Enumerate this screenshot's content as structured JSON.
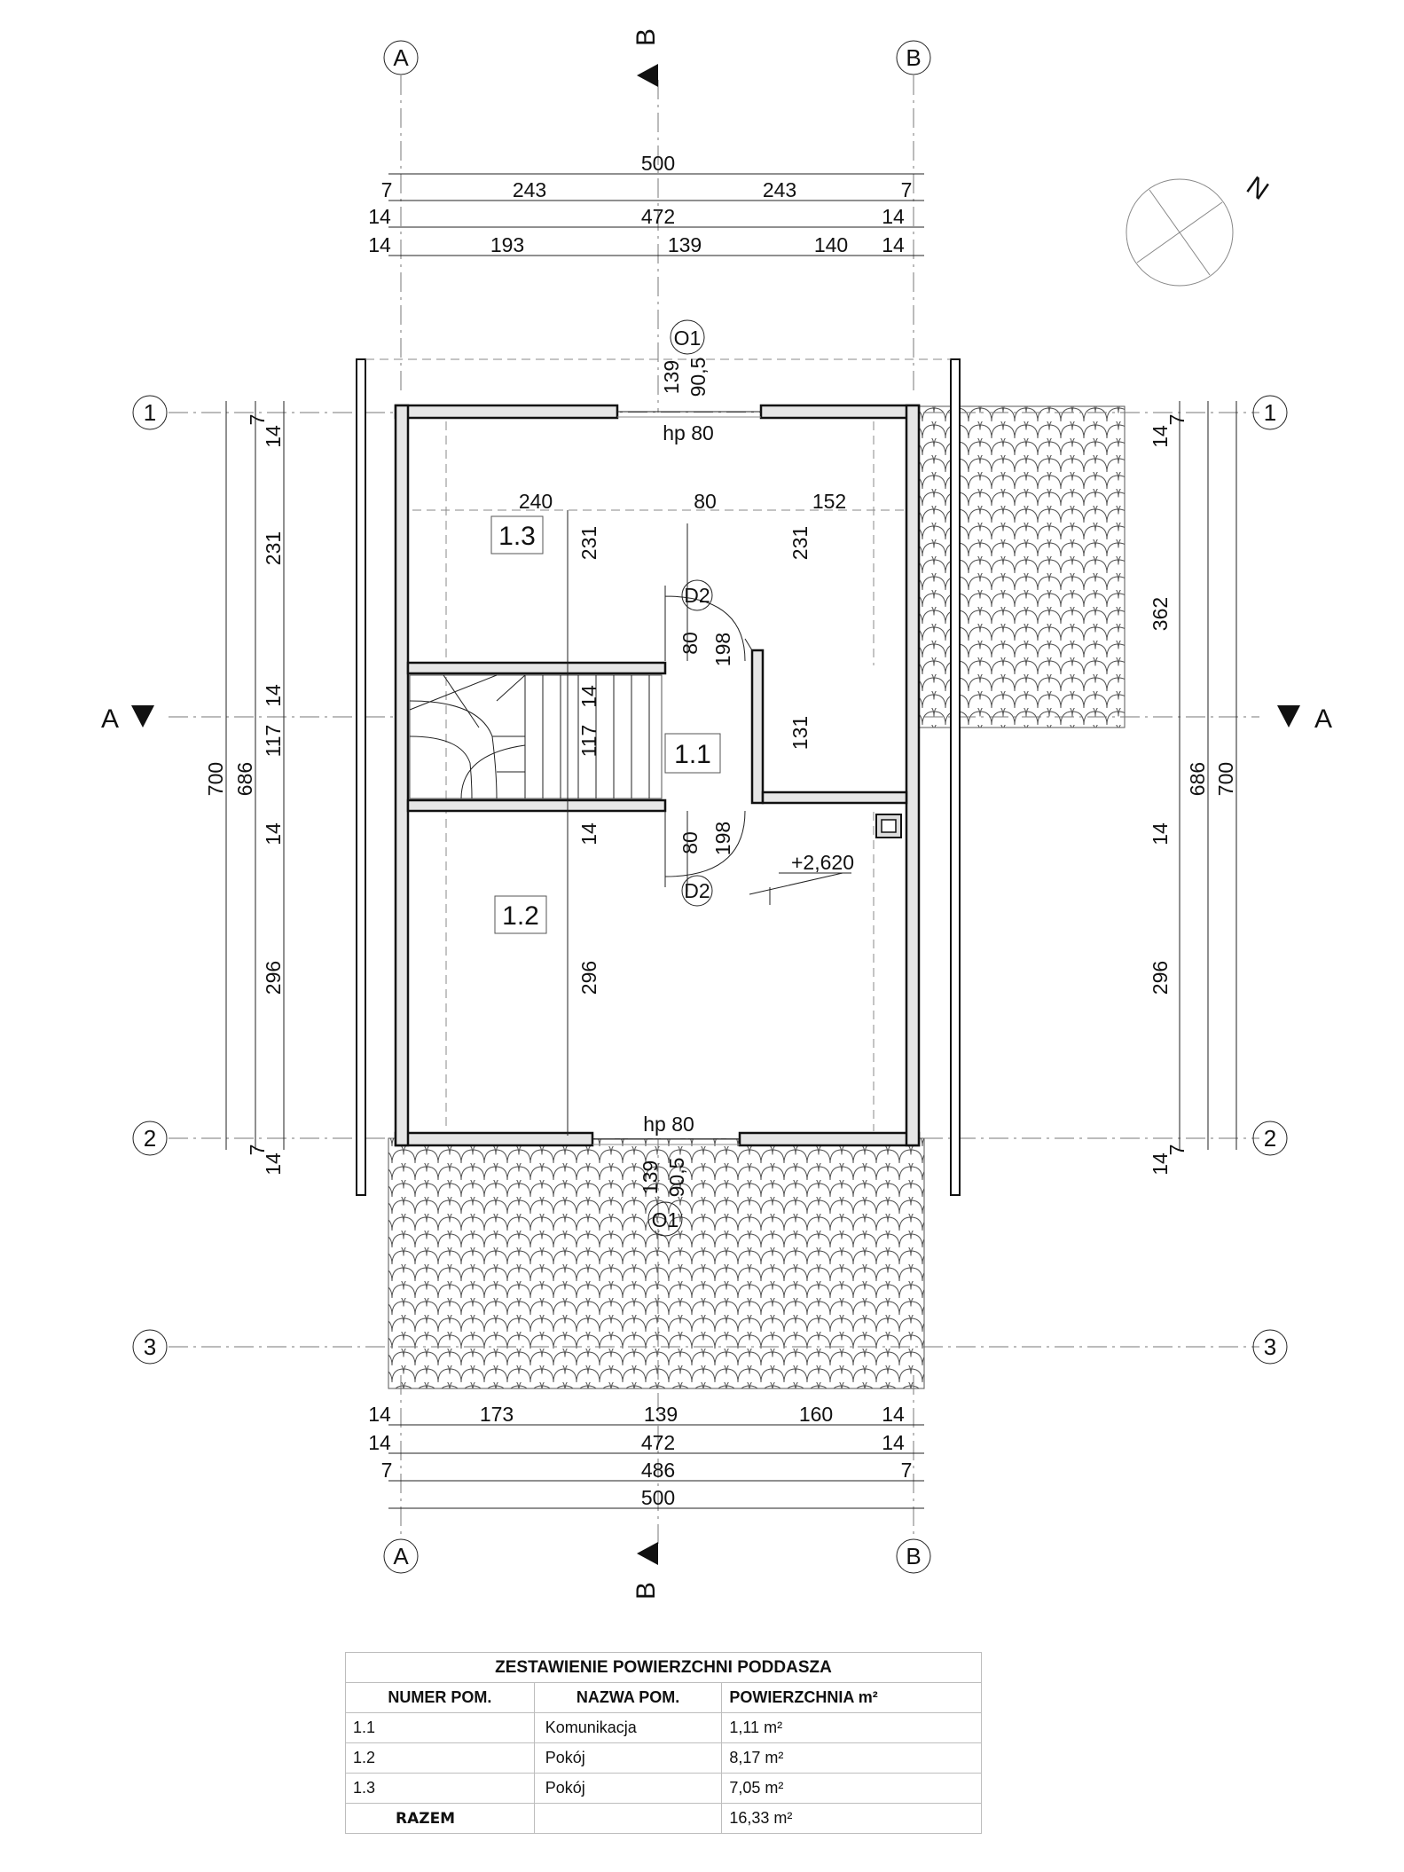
{
  "axes": {
    "columns": [
      "A",
      "B"
    ],
    "rows": [
      "1",
      "2",
      "3"
    ]
  },
  "sections": {
    "a": "A",
    "b": "B"
  },
  "north": "N",
  "dims_top": {
    "r1": [
      "500"
    ],
    "r2": [
      "7",
      "243",
      "243",
      "7"
    ],
    "r3": [
      "14",
      "472",
      "14"
    ],
    "r4": [
      "14",
      "193",
      "139",
      "140",
      "14"
    ]
  },
  "dims_bottom": {
    "r1": [
      "14",
      "173",
      "139",
      "160",
      "14"
    ],
    "r2": [
      "14",
      "472",
      "14"
    ],
    "r3": [
      "7",
      "486",
      "7"
    ],
    "r4": [
      "500"
    ]
  },
  "dims_left": {
    "outer": "700",
    "mid": "686",
    "inner": [
      "7",
      "14",
      "231",
      "14",
      "117",
      "14",
      "296",
      "14",
      "7"
    ]
  },
  "dims_right": {
    "outer": "700",
    "mid": "686",
    "inner": [
      "7",
      "14",
      "362",
      "14",
      "296",
      "14",
      "7"
    ]
  },
  "interior_dims": {
    "w240": "240",
    "w80": "80",
    "w152": "152",
    "h231a": "231",
    "h231b": "231",
    "h14a": "14",
    "h117": "117",
    "h14b": "14",
    "h296": "296",
    "h131": "131",
    "d80a": "80",
    "d198a": "198",
    "d80b": "80",
    "d198b": "198",
    "w139t": "139",
    "w905t": "90,5",
    "w139b": "139",
    "w905b": "90,5"
  },
  "openings": {
    "window_top": "O1",
    "window_bottom": "O1",
    "hp_top": "hp 80",
    "hp_bottom": "hp 80",
    "door_top": "D2",
    "door_bottom": "D2"
  },
  "level": "+2,620",
  "rooms": [
    {
      "id": "1.1"
    },
    {
      "id": "1.2"
    },
    {
      "id": "1.3"
    }
  ],
  "table": {
    "title": "ZESTAWIENIE POWIERZCHNI PODDASZA",
    "headers": [
      "NUMER POM.",
      "NAZWA POM.",
      "POWIERZCHNIA m²"
    ],
    "rows": [
      {
        "num": "1.1",
        "name": "Komunikacja",
        "area": "1,11   m²"
      },
      {
        "num": "1.2",
        "name": "Pokój",
        "area": "8,17   m²"
      },
      {
        "num": "1.3",
        "name": "Pokój",
        "area": "7,05   m²"
      }
    ],
    "total_label": "RAZEM",
    "total_value": "16,33 m²"
  }
}
